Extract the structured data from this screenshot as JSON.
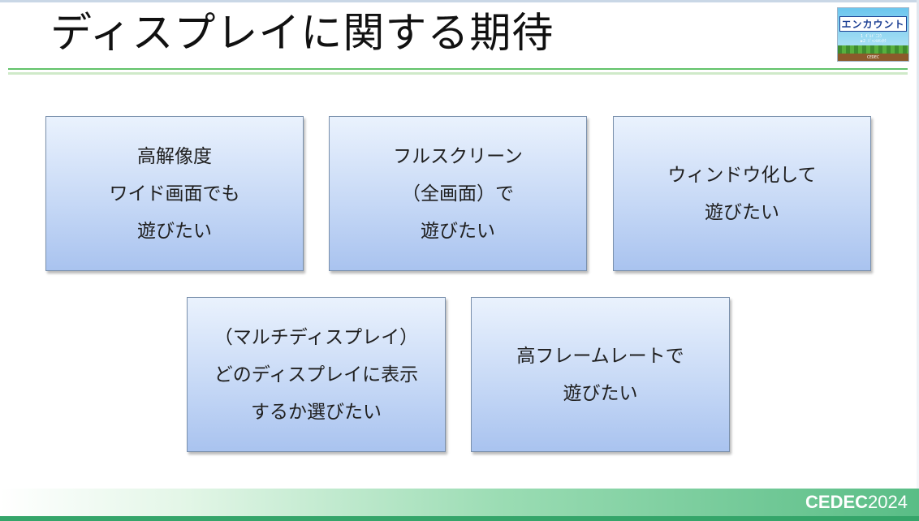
{
  "slide": {
    "title": "ディスプレイに関する期待"
  },
  "logo": {
    "text": "エンカウント",
    "menu_line_1": "1 ｷﾞﾙﾄﾞﾆﾕｳ",
    "menu_line_2": "▶2 ｼﾞｬﾝﾙｾﾝﾀｸ",
    "brand": "CEDEC"
  },
  "boxes": [
    {
      "lines": [
        "高解像度",
        "ワイド画面でも",
        "遊びたい"
      ]
    },
    {
      "lines": [
        "フルスクリーン",
        "（全画面）で",
        "遊びたい"
      ]
    },
    {
      "lines": [
        "ウィンドウ化して",
        "遊びたい"
      ]
    },
    {
      "lines": [
        "（マルチディスプレイ）",
        "どのディスプレイに表示",
        "するか選びたい"
      ]
    },
    {
      "lines": [
        "高フレームレートで",
        "遊びたい"
      ]
    }
  ],
  "footer": {
    "brand": "CEDEC",
    "year": "2024"
  }
}
